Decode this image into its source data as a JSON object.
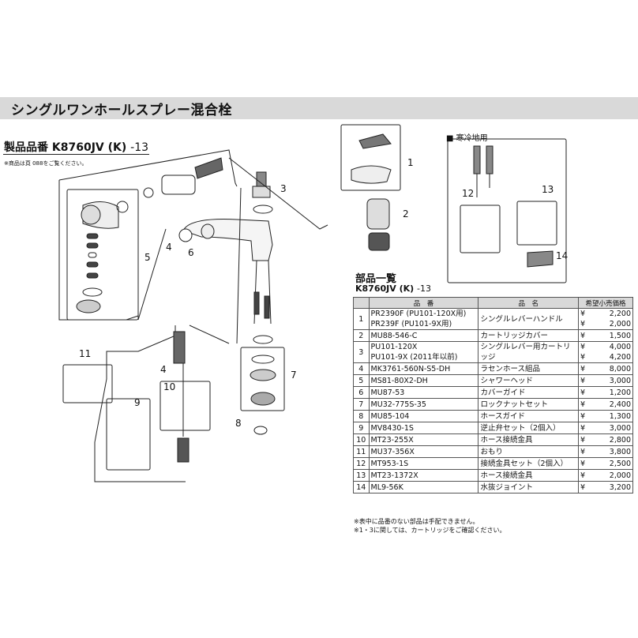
{
  "title": "シングルワンホールスプレー混合栓",
  "product": {
    "label": "製品品番",
    "model": "K8760JV (K)",
    "suffix": "-13",
    "note": "※商品は頁 088をご覧ください。"
  },
  "cold_region_label": "■ 寒冷地用",
  "diagram_numbers": [
    "1",
    "2",
    "3",
    "4",
    "5",
    "6",
    "7",
    "8",
    "9",
    "10",
    "11",
    "4",
    "12",
    "13",
    "14"
  ],
  "parts_list": {
    "title": "部品一覧",
    "model": "K8760JV (K)",
    "model_suffix": "-13",
    "headers": {
      "no": "",
      "part_number": "品　番",
      "name": "品　名",
      "price": "希望小売価格"
    },
    "rows": [
      {
        "no": "1",
        "part_numbers": [
          "PR2390F (PU101-120X用)",
          "PR239F (PU101-9X用)"
        ],
        "name": "シングルレバーハンドル",
        "prices": [
          "2,200",
          "2,000"
        ]
      },
      {
        "no": "2",
        "part_numbers": [
          "MU88-546-C"
        ],
        "name": "カートリッジカバー",
        "prices": [
          "1,500"
        ]
      },
      {
        "no": "3",
        "part_numbers": [
          "PU101-120X",
          "PU101-9X (2011年以前)"
        ],
        "name": "シングルレバー用カートリッジ",
        "prices": [
          "4,000",
          "4,200"
        ]
      },
      {
        "no": "4",
        "part_numbers": [
          "MK3761-560N-S5-DH"
        ],
        "name": "ラセンホース組品",
        "prices": [
          "8,000"
        ]
      },
      {
        "no": "5",
        "part_numbers": [
          "MS81-80X2-DH"
        ],
        "name": "シャワーヘッド",
        "prices": [
          "3,000"
        ]
      },
      {
        "no": "6",
        "part_numbers": [
          "MU87-53"
        ],
        "name": "カバーガイド",
        "prices": [
          "1,200"
        ]
      },
      {
        "no": "7",
        "part_numbers": [
          "MU32-775S-35"
        ],
        "name": "ロックナットセット",
        "prices": [
          "2,400"
        ]
      },
      {
        "no": "8",
        "part_numbers": [
          "MU85-104"
        ],
        "name": "ホースガイド",
        "prices": [
          "1,300"
        ]
      },
      {
        "no": "9",
        "part_numbers": [
          "MV8430-1S"
        ],
        "name": "逆止弁セット（2個入）",
        "prices": [
          "3,000"
        ]
      },
      {
        "no": "10",
        "part_numbers": [
          "MT23-255X"
        ],
        "name": "ホース接続金具",
        "prices": [
          "2,800"
        ]
      },
      {
        "no": "11",
        "part_numbers": [
          "MU37-356X"
        ],
        "name": "おもり",
        "prices": [
          "3,800"
        ]
      },
      {
        "no": "12",
        "part_numbers": [
          "MT953-1S"
        ],
        "name": "接続金具セット（2個入）",
        "prices": [
          "2,500"
        ]
      },
      {
        "no": "13",
        "part_numbers": [
          "MT23-1372X"
        ],
        "name": "ホース接続金具",
        "prices": [
          "2,000"
        ]
      },
      {
        "no": "14",
        "part_numbers": [
          "ML9-56K"
        ],
        "name": "水抜ジョイント",
        "prices": [
          "3,200"
        ]
      }
    ],
    "currency": "¥",
    "notes": [
      "※表中に品番のない部品は手配できません。",
      "※1・3に関しては、カートリッジをご確認ください。"
    ]
  }
}
